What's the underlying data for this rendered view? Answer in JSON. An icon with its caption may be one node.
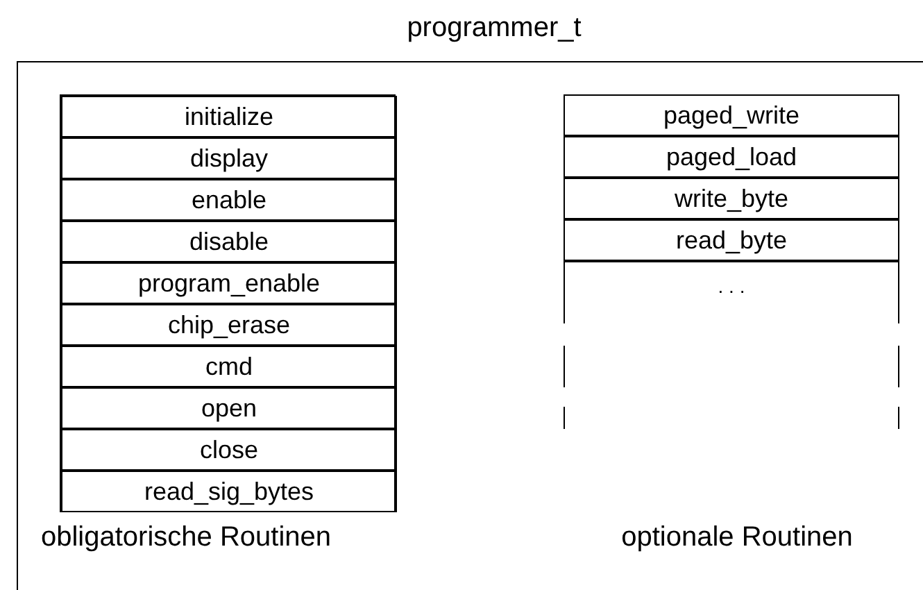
{
  "diagram": {
    "nodes": [
      {
        "text": [
          "programmer_t"
        ]
      },
      {
        "text": [],
        "shape": "box",
        "in": 0,
        "beside": [
          "obligatorische Routinen"
        ]
      },
      {
        "text": [
          "initialize"
        ],
        "in": 1
      },
      {
        "text": [
          "display"
        ],
        "in": 1
      },
      {
        "text": [
          "enable"
        ],
        "in": 1
      },
      {
        "text": [
          "disable"
        ],
        "in": 1
      },
      {
        "text": [
          "program_enable"
        ],
        "in": 1
      },
      {
        "text": [
          "chip_erase"
        ],
        "in": 1
      },
      {
        "text": [
          "cmd"
        ],
        "in": 1
      },
      {
        "text": [
          "open"
        ],
        "in": 1
      },
      {
        "text": [
          "close"
        ],
        "in": 1
      },
      {
        "text": [
          "read_sig_bytes"
        ],
        "in": 1
      },
      {
        "text": [],
        "shape": "box",
        "in": 0,
        "beside": [
          "optionale Routinen"
        ]
      },
      {
        "text": [
          "paged_write"
        ],
        "in": 12
      },
      {
        "text": [
          "paged_load"
        ],
        "in": 12
      },
      {
        "text": [
          "write_byte"
        ],
        "in": 12
      },
      {
        "text": [
          "read_byte"
        ],
        "in": 12
      },
      {
        "text": [
          ". . ."
        ],
        "in": 12
      }
    ]
  }
}
